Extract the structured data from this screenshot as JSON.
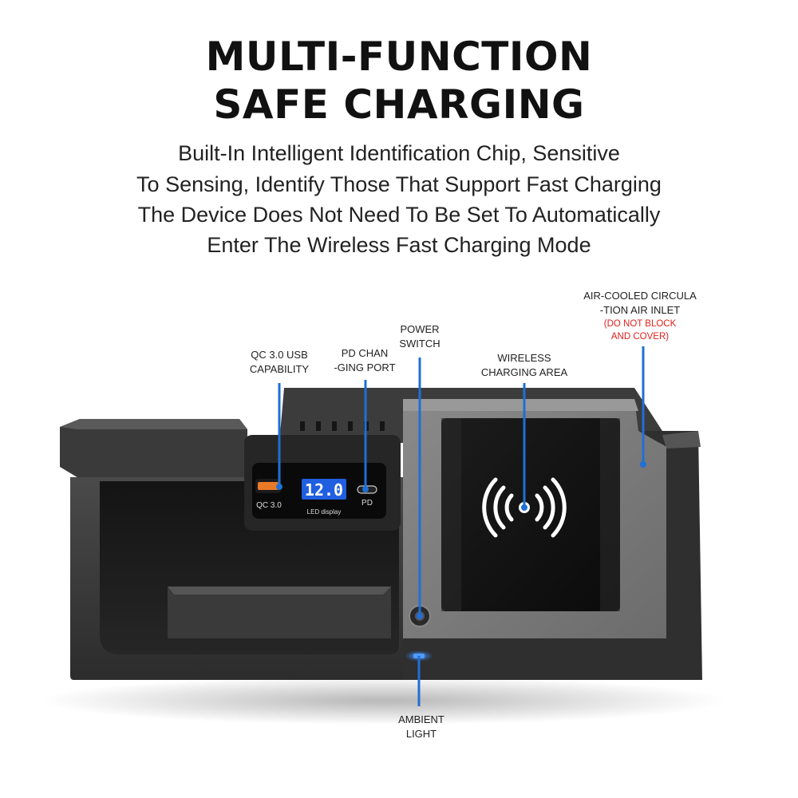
{
  "header": {
    "title_line1": "MULTI-FUNCTION",
    "title_line2": "SAFE CHARGING",
    "subtitle_lines": [
      "Built-In Intelligent Identification Chip, Sensitive",
      "To Sensing, Identify Those That Support Fast Charging",
      "The Device Does Not Need To Be Set To Automatically",
      "Enter The Wireless Fast Charging Mode"
    ]
  },
  "callouts": {
    "qc_usb": {
      "line1": "QC 3.0 USB",
      "line2": "CAPABILITY"
    },
    "pd_port": {
      "line1": "PD CHAN",
      "line2": "-GING PORT"
    },
    "power_switch": {
      "line1": "POWER",
      "line2": "SWITCH"
    },
    "wireless_area": {
      "line1": "WIRELESS",
      "line2": "CHARGING AREA"
    },
    "air_inlet": {
      "line1": "AIR-COOLED CIRCULA",
      "line2": "-TION AIR INLET",
      "warn1": "(DO NOT BLOCK",
      "warn2": "AND COVER)"
    },
    "ambient_light": {
      "line1": "AMBIENT",
      "line2": "LIGHT"
    }
  },
  "device_panel": {
    "usb_label": "QC 3.0",
    "display_value": "12.0",
    "display_caption": "LED display",
    "pd_label": "PD"
  },
  "colors": {
    "callout_line": "#1f6fd6",
    "warning_text": "#e0201c",
    "display_digits": "#ffffff",
    "display_bg": "#1f5fe0",
    "usb_port": "#e87a28"
  }
}
